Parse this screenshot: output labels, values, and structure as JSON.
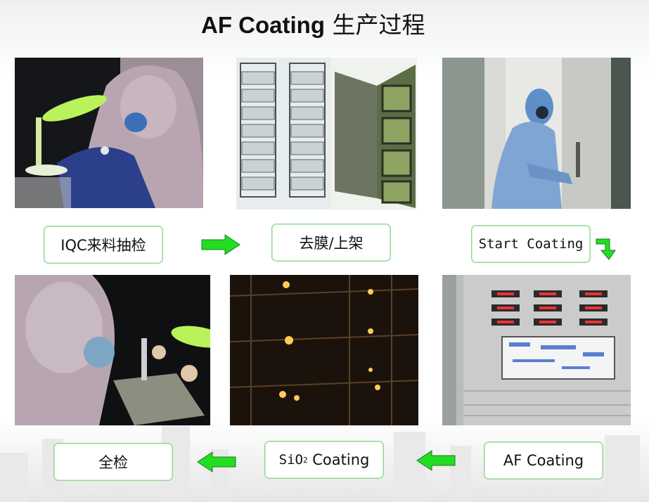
{
  "title": {
    "bold": "AF Coating",
    "rest": " 生产过程"
  },
  "steps": {
    "iqc": "IQC来料抽检",
    "film": "去膜/上架",
    "start": "Start Coating",
    "af": "AF Coating",
    "sio2_prefix": "SiO",
    "sio2_sub": "2",
    "sio2_suffix": " Coating",
    "final": "全检"
  },
  "colors": {
    "arrow": "#22dd22",
    "box_border": "#8fd48f"
  }
}
